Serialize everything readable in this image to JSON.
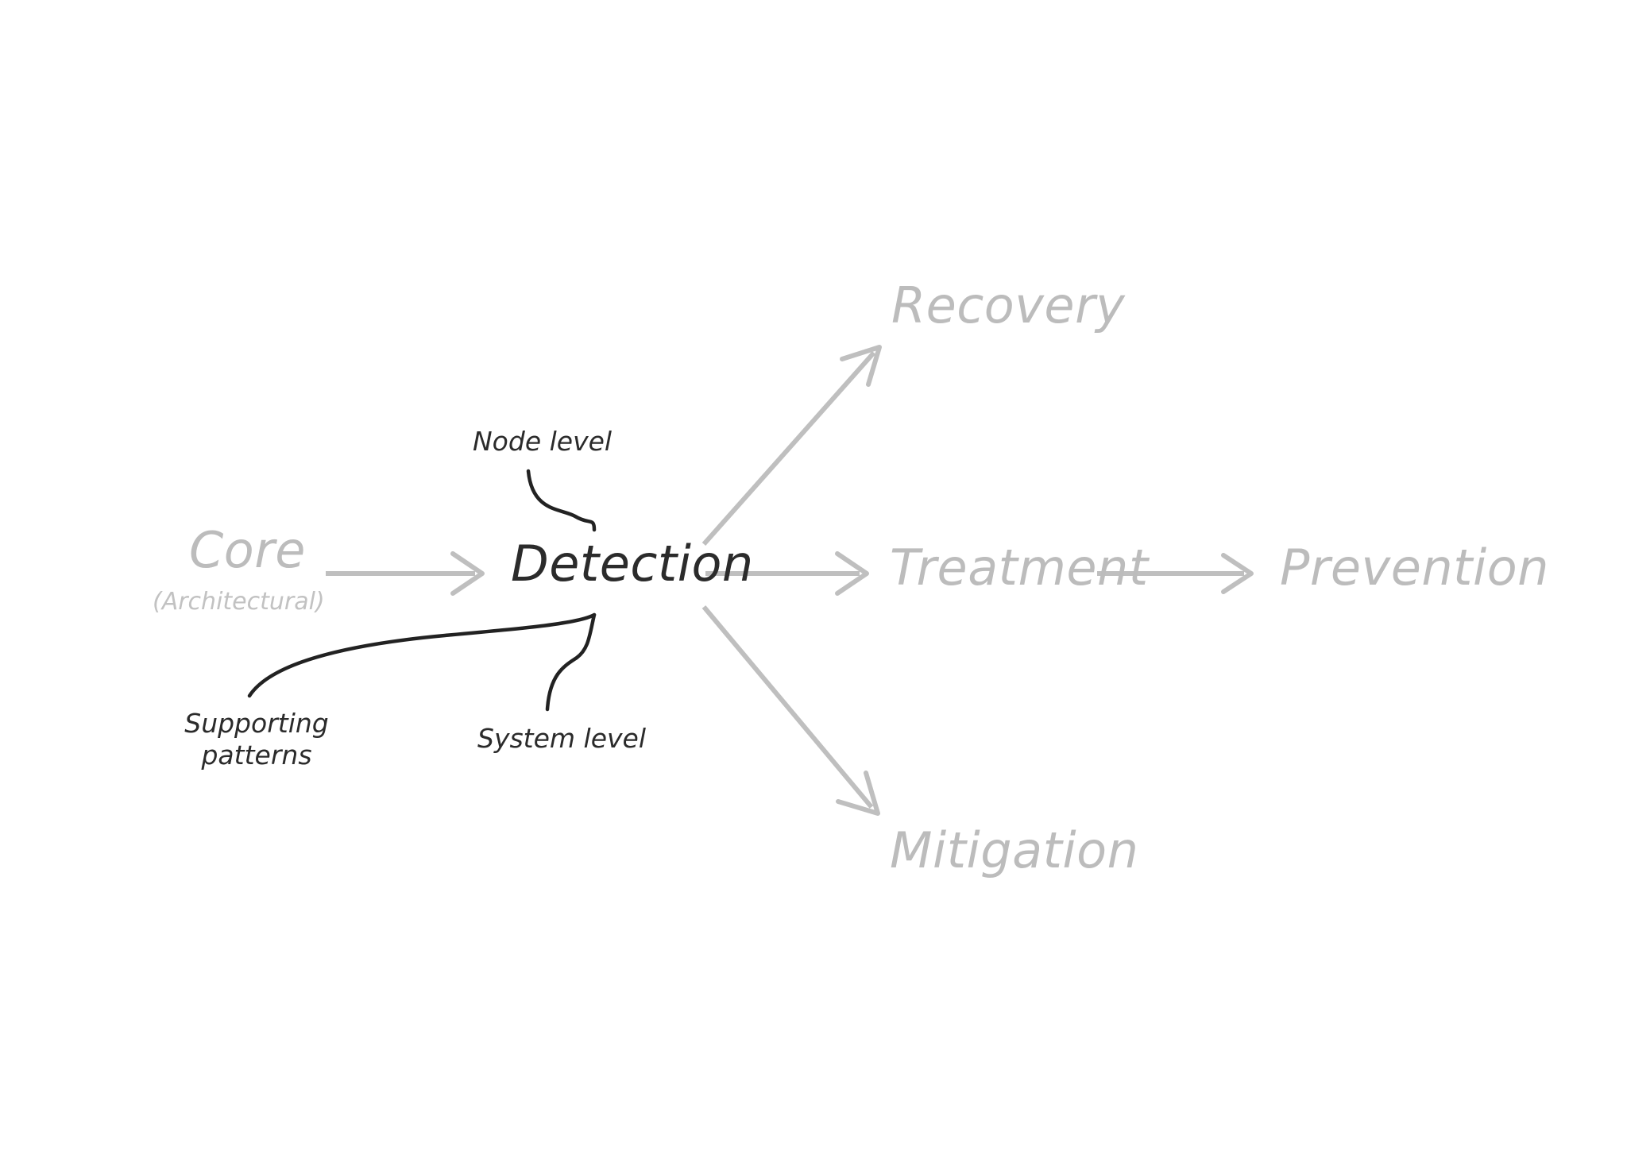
{
  "diagram": {
    "title_present": false,
    "background_color": "#ffffff",
    "muted_color": "#bcbcbc",
    "accent_color": "#2b2b2b",
    "arrow_color": "#bfbfbf",
    "curve_color": "#222222",
    "nodes": {
      "core": {
        "label": "Core",
        "sublabel": "(Architectural)"
      },
      "detection": {
        "label": "Detection"
      },
      "recovery": {
        "label": "Recovery"
      },
      "treatment": {
        "label": "Treatment"
      },
      "prevention": {
        "label": "Prevention"
      },
      "mitigation": {
        "label": "Mitigation"
      }
    },
    "annotations": {
      "node_level": "Node level",
      "system_level": "System level",
      "supporting_patterns_line1": "Supporting",
      "supporting_patterns_line2": "patterns"
    },
    "connectors": [
      {
        "name": "core-to-detection",
        "type": "arrow",
        "from": "core",
        "to": "detection"
      },
      {
        "name": "detection-to-recovery",
        "type": "arrow",
        "from": "detection",
        "to": "recovery"
      },
      {
        "name": "detection-to-treatment",
        "type": "arrow",
        "from": "detection",
        "to": "treatment"
      },
      {
        "name": "detection-to-mitigation",
        "type": "arrow",
        "from": "detection",
        "to": "mitigation"
      },
      {
        "name": "treatment-to-prevention",
        "type": "arrow",
        "from": "treatment",
        "to": "prevention"
      },
      {
        "name": "node-level-pointer",
        "type": "curve",
        "from": "node_level",
        "to": "detection"
      },
      {
        "name": "system-level-pointer",
        "type": "curve",
        "from": "system_level",
        "to": "detection"
      },
      {
        "name": "supporting-patterns-pointer",
        "type": "curve",
        "from": "supporting_patterns",
        "to": "detection"
      }
    ]
  }
}
